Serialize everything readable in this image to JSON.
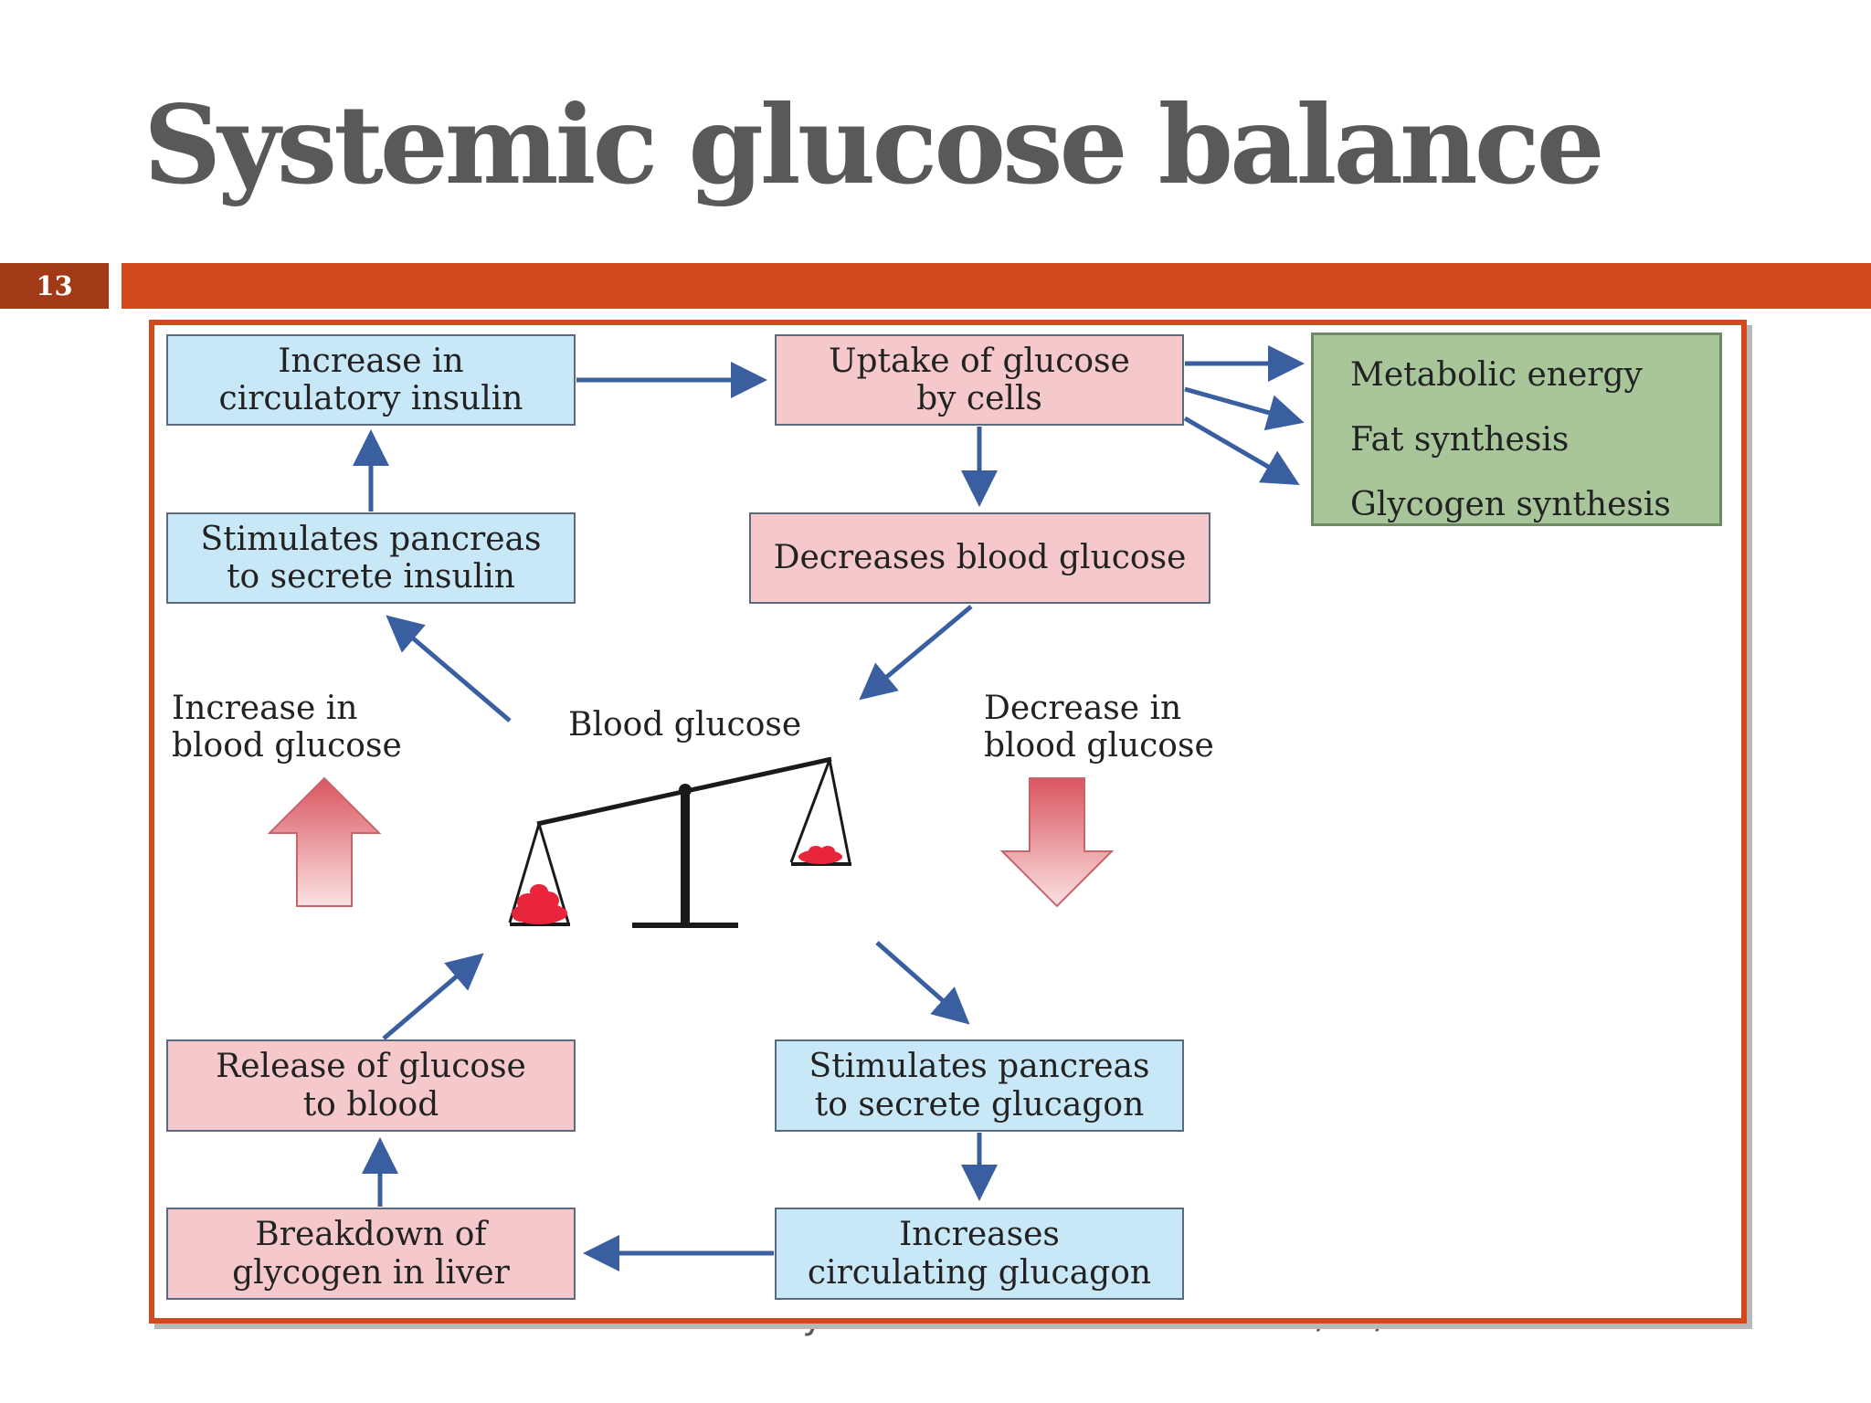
{
  "slide": {
    "title": "Systemic glucose balance",
    "slide_number": "13",
    "footer_left": "Biochemistry for medics- Lecture notes",
    "footer_right": "11/07/14"
  },
  "diagram": {
    "increase_insulin": "Increase in\ncirculatory insulin",
    "uptake": "Uptake of glucose\nby cells",
    "outcomes": [
      "Metabolic energy",
      "Fat synthesis",
      "Glycogen synthesis"
    ],
    "stimulates_insulin": "Stimulates pancreas\nto secrete insulin",
    "decreases_glucose": "Decreases blood glucose",
    "increase_label": "Increase in\nblood glucose",
    "blood_glucose_label": "Blood glucose",
    "decrease_label": "Decrease in\nblood glucose",
    "release_glucose": "Release of glucose\nto blood",
    "stimulates_glucagon": "Stimulates pancreas\nto secrete glucagon",
    "breakdown_glycogen": "Breakdown of\nglycogen in liver",
    "increases_glucagon": "Increases\ncirculating glucagon"
  },
  "colors": {
    "accent": "#d2491c",
    "number_box": "#a33a17",
    "blue_box": "#c8e7f7",
    "pink_box": "#f5c9cb",
    "green_box": "#a9c69b",
    "arrow": "#3a5fa0"
  }
}
